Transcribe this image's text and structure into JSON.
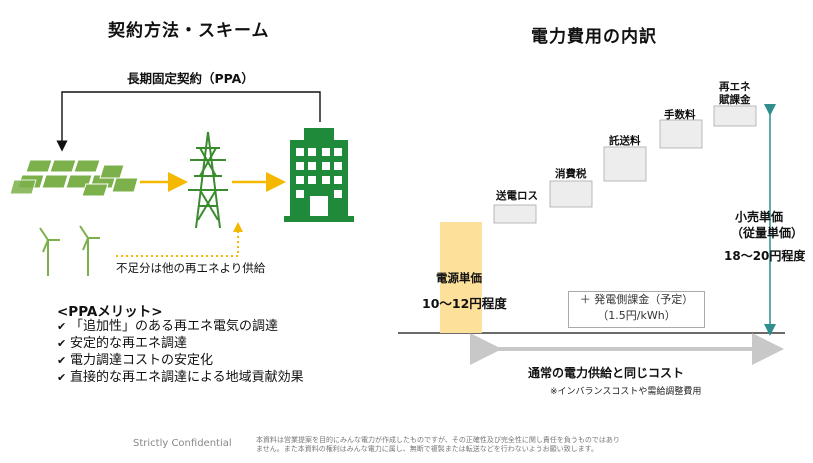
{
  "left": {
    "title": "契約方法・スキーム",
    "ppa_label": "長期固定契約（PPA）",
    "shortage_label": "不足分は他の再エネより供給",
    "merit_title": "<PPAメリット>",
    "merits": [
      "「追加性」のある再エネ電気の調達",
      "安定的な再エネ調達",
      "電力調達コストの安定化",
      "直接的な再エネ調達による地域貢献効果"
    ]
  },
  "right": {
    "title": "電力費用の内訳",
    "steps": [
      {
        "label": "送電ロス"
      },
      {
        "label": "消費税"
      },
      {
        "label": "託送料"
      },
      {
        "label": "手数料"
      },
      {
        "label_line1": "再エネ",
        "label_line2": "賦課金"
      }
    ],
    "source_label": "電源単価",
    "source_value": "10～12円程度",
    "gen_charge_line1": "＋ 発電側課金（予定）",
    "gen_charge_line2": "（1.5円/kWh）",
    "retail_line1": "小売単価",
    "retail_line2": "（従量単価）",
    "retail_line3": "18～20円程度",
    "same_cost": "通常の電力供給と同じコスト",
    "note": "※インバランスコストや需給調整費用"
  },
  "footer": {
    "confidential": "Strictly Confidential",
    "disclaimer": "本資料は営業提案を目的にみんな電力が作成したものですが、その正確性及び完全性に関し責任を負うものではありません。また本資料の権利はみんな電力に属し、無断で複製または転送などを行わないようお願い致します。"
  },
  "colors": {
    "solar": "#7bb04a",
    "tower": "#3a8a2e",
    "building": "#1f8a3a",
    "arrow_yellow": "#f5b800",
    "source_bar": "#fde09a",
    "step_fill": "#ededed",
    "retail_arrow": "#2f8f8f"
  }
}
